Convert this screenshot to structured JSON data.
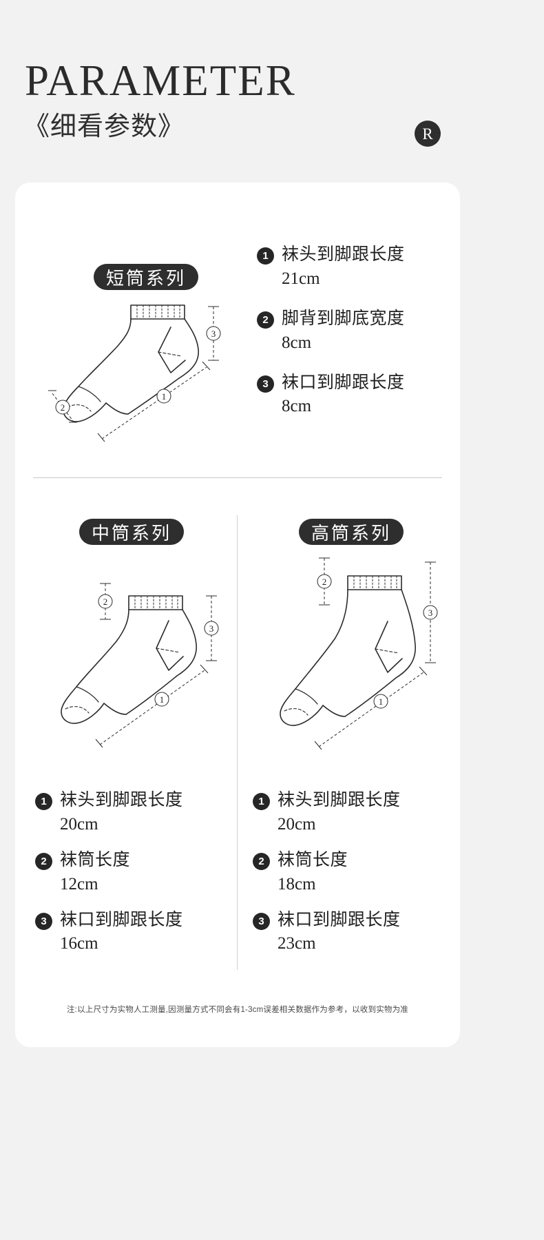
{
  "header": {
    "title": "PARAMETER",
    "subtitle": "《细看参数》",
    "badge": "R"
  },
  "sections": [
    {
      "key": "short",
      "pill": "短筒系列",
      "items": [
        {
          "num": "1",
          "label": "袜头到脚跟长度",
          "value": "21cm"
        },
        {
          "num": "2",
          "label": "脚背到脚底宽度",
          "value": "8cm"
        },
        {
          "num": "3",
          "label": "袜口到脚跟长度",
          "value": "8cm"
        }
      ],
      "markers": [
        "1",
        "2",
        "3"
      ]
    },
    {
      "key": "mid",
      "pill": "中筒系列",
      "items": [
        {
          "num": "1",
          "label": "袜头到脚跟长度",
          "value": "20cm"
        },
        {
          "num": "2",
          "label": "袜筒长度",
          "value": "12cm"
        },
        {
          "num": "3",
          "label": "袜口到脚跟长度",
          "value": "16cm"
        }
      ],
      "markers": [
        "1",
        "2",
        "3"
      ]
    },
    {
      "key": "high",
      "pill": "高筒系列",
      "items": [
        {
          "num": "1",
          "label": "袜头到脚跟长度",
          "value": "20cm"
        },
        {
          "num": "2",
          "label": "袜筒长度",
          "value": "18cm"
        },
        {
          "num": "3",
          "label": "袜口到脚跟长度",
          "value": "23cm"
        }
      ],
      "markers": [
        "1",
        "2",
        "3"
      ]
    }
  ],
  "footnote": "注:以上尺寸为实物人工测量,因测量方式不同会有1-3cm误差相关数据作为参考，以收到实物为准",
  "colors": {
    "page_background": "#f2f2f2",
    "card_background": "#ffffff",
    "pill_background": "#2e2e2e",
    "text": "#1f1f1f",
    "line": "#2b2b2b",
    "divider": "#c9c9c9"
  }
}
